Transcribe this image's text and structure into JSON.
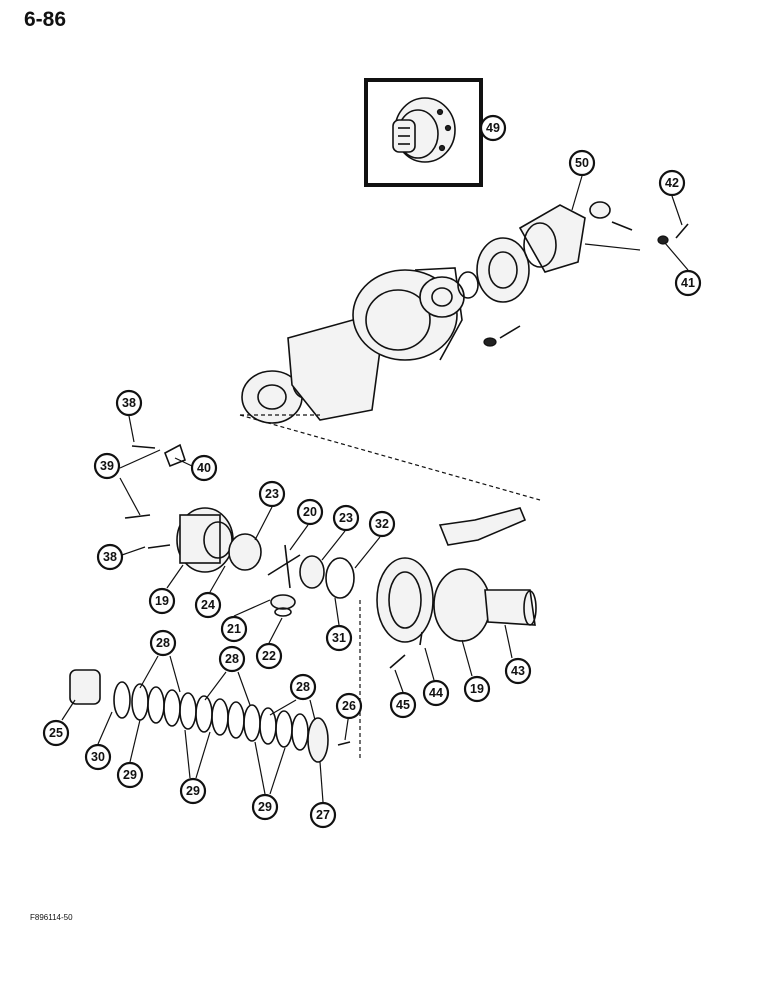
{
  "page": {
    "number": "6-86",
    "figure_code": "F896114-50"
  },
  "callouts": [
    {
      "id": "c49",
      "label": "49"
    },
    {
      "id": "c50",
      "label": "50"
    },
    {
      "id": "c42",
      "label": "42"
    },
    {
      "id": "c41",
      "label": "41"
    },
    {
      "id": "c38a",
      "label": "38"
    },
    {
      "id": "c39",
      "label": "39"
    },
    {
      "id": "c40",
      "label": "40"
    },
    {
      "id": "c38b",
      "label": "38"
    },
    {
      "id": "c23a",
      "label": "23"
    },
    {
      "id": "c20",
      "label": "20"
    },
    {
      "id": "c23b",
      "label": "23"
    },
    {
      "id": "c32",
      "label": "32"
    },
    {
      "id": "c19a",
      "label": "19"
    },
    {
      "id": "c24",
      "label": "24"
    },
    {
      "id": "c21",
      "label": "21"
    },
    {
      "id": "c22",
      "label": "22"
    },
    {
      "id": "c31",
      "label": "31"
    },
    {
      "id": "c45",
      "label": "45"
    },
    {
      "id": "c44",
      "label": "44"
    },
    {
      "id": "c19b",
      "label": "19"
    },
    {
      "id": "c43",
      "label": "43"
    },
    {
      "id": "c28a",
      "label": "28"
    },
    {
      "id": "c28b",
      "label": "28"
    },
    {
      "id": "c28c",
      "label": "28"
    },
    {
      "id": "c26",
      "label": "26"
    },
    {
      "id": "c25",
      "label": "25"
    },
    {
      "id": "c30",
      "label": "30"
    },
    {
      "id": "c29a",
      "label": "29"
    },
    {
      "id": "c29b",
      "label": "29"
    },
    {
      "id": "c29c",
      "label": "29"
    },
    {
      "id": "c27",
      "label": "27"
    }
  ]
}
